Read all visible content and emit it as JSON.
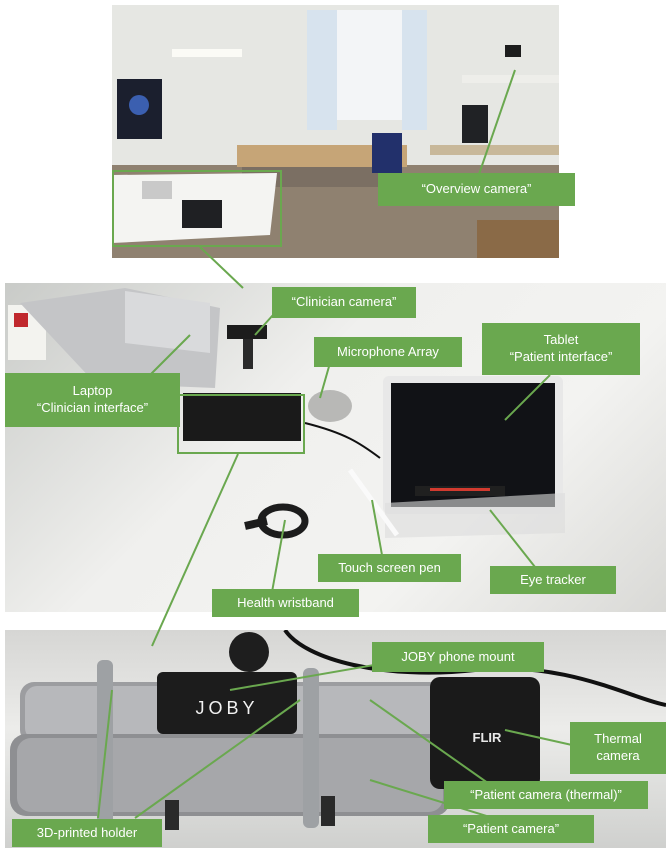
{
  "labels": {
    "overview_camera": "“Overview camera”",
    "clinician_camera": "“Clinician camera”",
    "microphone_array": "Microphone Array",
    "tablet_line1": "Tablet",
    "tablet_line2": "“Patient interface”",
    "laptop_line1": "Laptop",
    "laptop_line2": "“Clinician interface”",
    "touch_screen_pen": "Touch screen pen",
    "eye_tracker": "Eye tracker",
    "health_wristband": "Health wristband",
    "joby_phone_mount": "JOBY phone mount",
    "thermal_line1": "Thermal",
    "thermal_line2": "camera",
    "patient_camera_thermal": "“Patient camera (thermal)”",
    "patient_camera": "“Patient camera”",
    "holder": "3D-printed holder"
  },
  "brand_text": {
    "joby_logo": "JOBY",
    "flir_logo": "FLIR"
  },
  "colors": {
    "label_green": "#6aa84f",
    "label_text": "#ffffff"
  }
}
